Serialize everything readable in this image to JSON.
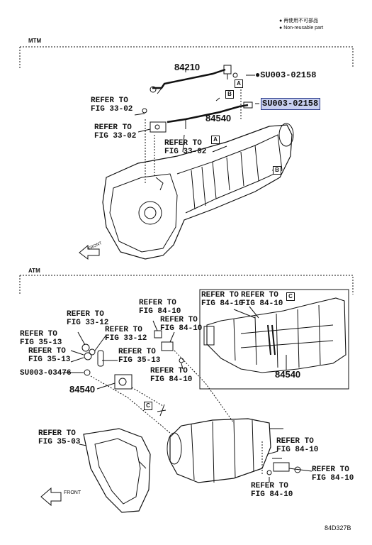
{
  "legend": {
    "item1": "再使用不可部品",
    "item2": "Non-reusable part"
  },
  "sections": {
    "mtm": "MTM",
    "atm": "ATM"
  },
  "mtm": {
    "part_84210": "84210",
    "part_84540": "84540",
    "su_1": "SU003-02158",
    "su_2": "SU003-02158",
    "refer_1": [
      "REFER TO",
      "FIG 33-02"
    ],
    "refer_2": [
      "REFER TO",
      "FIG 33-02"
    ],
    "refer_3": [
      "REFER TO",
      "FIG 33-02"
    ],
    "box_a_label": "A",
    "box_a2_label": "A",
    "box_b_label": "B",
    "box_b2_label": "B",
    "front": "FRONT"
  },
  "atm": {
    "refer_33_12a": [
      "REFER TO",
      "FIG 33-12"
    ],
    "refer_33_12b": [
      "REFER TO",
      "FIG 33-12"
    ],
    "refer_35_13a": [
      "REFER TO",
      "FIG 35-13"
    ],
    "refer_35_13b": [
      "REFER TO",
      "FIG 35-13"
    ],
    "refer_35_13c": [
      "REFER TO",
      "FIG 35-13"
    ],
    "refer_84_10a": [
      "REFER TO",
      "FIG 84-10"
    ],
    "refer_84_10b": [
      "REFER TO",
      "FIG 84-10"
    ],
    "refer_84_10c": [
      "REFER TO",
      "FIG 84-10"
    ],
    "refer_84_10d": [
      "REFER TO",
      "FIG 84-10"
    ],
    "refer_84_10e": [
      "REFER TO",
      "FIG 84-10"
    ],
    "refer_84_10f": [
      "REFER TO",
      "FIG 84-10"
    ],
    "refer_84_10g": [
      "REFER TO",
      "FIG 84-10"
    ],
    "refer_84_10h": [
      "REFER TO",
      "FIG 84-10"
    ],
    "refer_35_03": [
      "REFER TO",
      "FIG 35-03"
    ],
    "su": "SU003-03476",
    "part_84540": "84540",
    "inset_part": "84540",
    "box_c_label": "C",
    "box_c2_label": "C",
    "front": "FRONT"
  },
  "figure_code": "84D327B"
}
